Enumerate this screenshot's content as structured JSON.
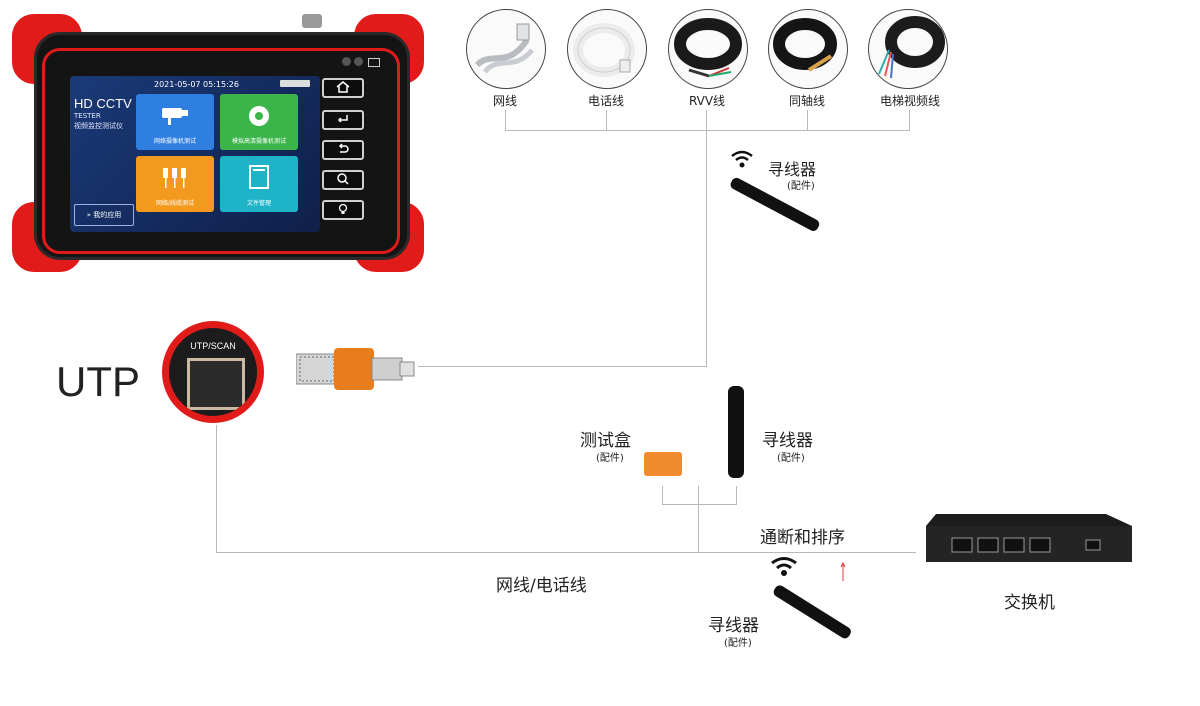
{
  "tester": {
    "datetime": "2021-05-07 05:15:26",
    "brand": "HD CCTV",
    "subtitle_en": "TESTER",
    "subtitle_cn": "视频监控测试仪",
    "my_apps": "我的应用",
    "tiles": [
      {
        "label": "网络摄像机测试",
        "color": "#2f7fe0"
      },
      {
        "label": "模拟高清摄像机测试",
        "color": "#3bb54a"
      },
      {
        "label": "网络/线缆测试",
        "color": "#f39a1e"
      },
      {
        "label": "文件管理",
        "color": "#1fb3c8"
      }
    ],
    "accent": "#e11a1a"
  },
  "cables": [
    {
      "label": "网线"
    },
    {
      "label": "电话线"
    },
    {
      "label": "RVV线"
    },
    {
      "label": "同轴线"
    },
    {
      "label": "电梯视频线"
    }
  ],
  "tracer_top": {
    "title": "寻线器",
    "note": "(配件)"
  },
  "utp": {
    "label": "UTP",
    "port_label": "UTP/SCAN"
  },
  "test_box": {
    "title": "测试盒",
    "note": "(配件)"
  },
  "tracer_mid": {
    "title": "寻线器",
    "note": "(配件)"
  },
  "tracer_bottom": {
    "title": "寻线器",
    "note": "(配件)"
  },
  "continuity_label": "通断和排序",
  "cable_line_label": "网线/电话线",
  "switch_label": "交换机"
}
